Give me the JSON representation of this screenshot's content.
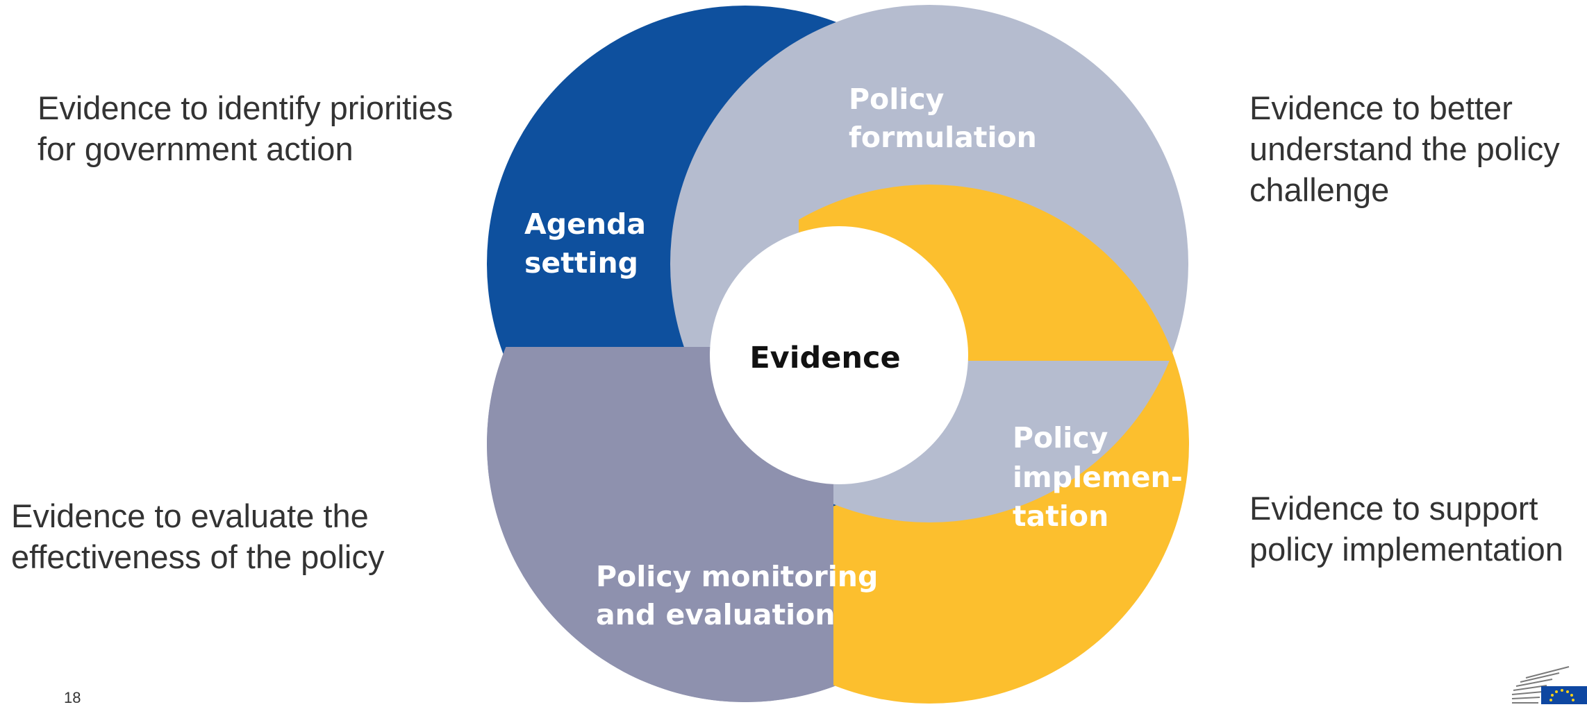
{
  "colors": {
    "agenda_setting": "#0E509E",
    "policy_formulation": "#B5BCCF",
    "policy_implementation": "#FCBF2E",
    "policy_monitoring": "#8E91AE",
    "center": "#FFFFFF",
    "caption_text": "#333333"
  },
  "stages": {
    "agenda_setting": {
      "line1": "Agenda",
      "line2": "setting"
    },
    "policy_formulation": {
      "line1": "Policy",
      "line2": "formulation"
    },
    "policy_implementation": {
      "line1": "Policy",
      "line2": "implemen-",
      "line3": "tation"
    },
    "policy_monitoring": {
      "line1": "Policy monitoring",
      "line2": "and evaluation"
    }
  },
  "center_label": "Evidence",
  "captions": {
    "agenda_setting": {
      "line1": "Evidence to identify priorities",
      "line2": "for government action"
    },
    "policy_formulation": {
      "line1": "Evidence to better",
      "line2": "understand the policy",
      "line3": "challenge"
    },
    "policy_monitoring": {
      "line1": "Evidence to evaluate the",
      "line2": "effectiveness of the policy"
    },
    "policy_implementation": {
      "line1": "Evidence to support",
      "line2": "policy implementation"
    }
  },
  "page_number": "18",
  "logo_icon": "eu-commission-logo"
}
